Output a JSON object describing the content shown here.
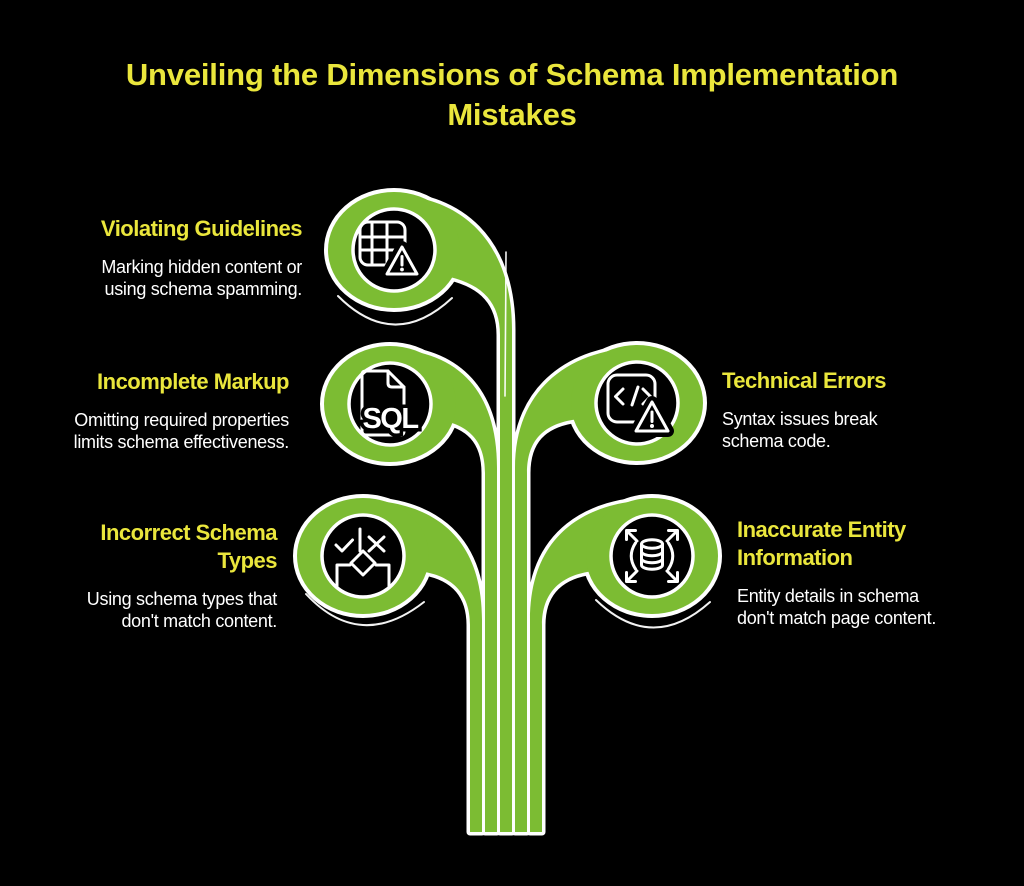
{
  "title": {
    "text": "Unveiling the Dimensions of Schema Implementation\nMistakes"
  },
  "colors": {
    "background": "#000000",
    "green": "#7cbc33",
    "yellow": "#eae63c",
    "white": "#ffffff"
  },
  "icons": {
    "sql_label": "SQL"
  },
  "nodes": [
    {
      "id": "violating-guidelines",
      "title": "Violating Guidelines",
      "description": "Marking hidden content or\nusing schema spamming.",
      "icon": "table-warning-icon",
      "side": "left"
    },
    {
      "id": "incomplete-markup",
      "title": "Incomplete Markup",
      "description": "Omitting required properties\nlimits schema effectiveness.",
      "icon": "sql-file-icon",
      "side": "left"
    },
    {
      "id": "incorrect-schema-types",
      "title": "Incorrect Schema\nTypes",
      "description": "Using schema types that\ndon't match content.",
      "icon": "decision-check-x-icon",
      "side": "left"
    },
    {
      "id": "technical-errors",
      "title": "Technical Errors",
      "description": "Syntax issues break\nschema code.",
      "icon": "code-warning-icon",
      "side": "right"
    },
    {
      "id": "inaccurate-entity-information",
      "title": "Inaccurate Entity\nInformation",
      "description": "Entity details in schema\ndon't match page content.",
      "icon": "database-expand-icon",
      "side": "right"
    }
  ]
}
